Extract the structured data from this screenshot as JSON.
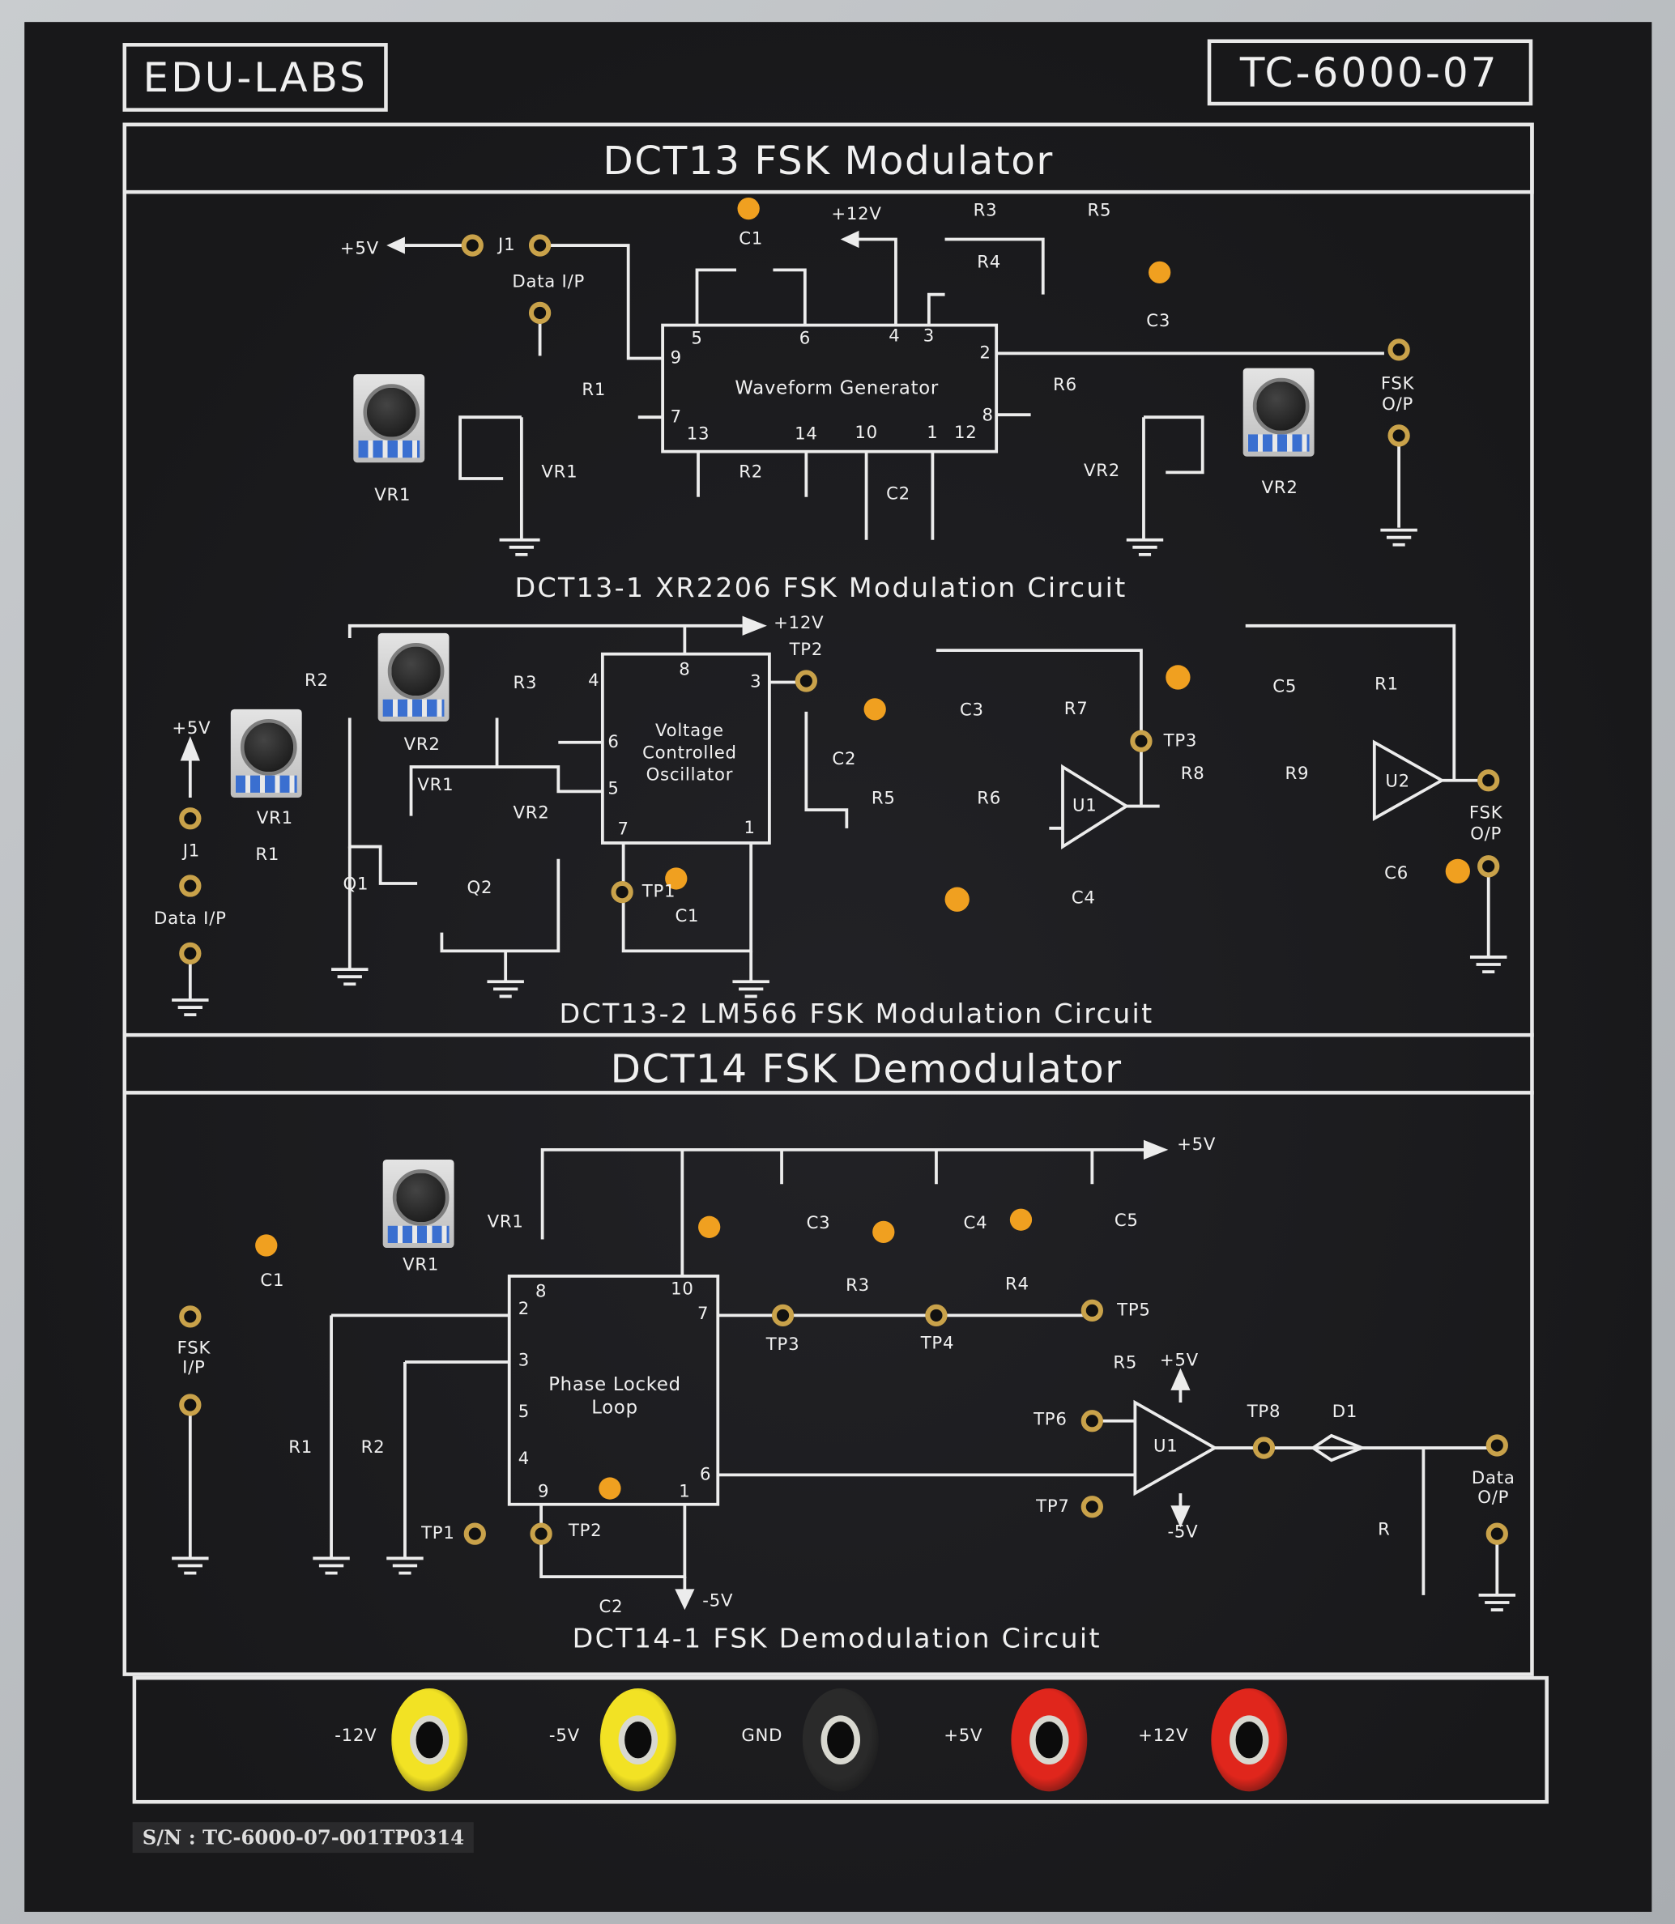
{
  "brand": "EDU-LABS",
  "model": "TC-6000-07",
  "serial": "S/N : TC-6000-07-001TP0314",
  "colors": {
    "board": "#1b1b1d",
    "silkscreen": "#f0f0f0",
    "pad": "#c9a24a",
    "jack_yellow": "#f2e224",
    "jack_red": "#e0261c",
    "jack_black": "#2a2a2a"
  },
  "modulator": {
    "title": "DCT13 FSK Modulator",
    "xr2206": {
      "caption": "DCT13-1 XR2206 FSK Modulation Circuit",
      "ic_label": "Waveform Generator",
      "labels": [
        "+5V",
        "J1",
        "Data I/P",
        "C1",
        "+12V",
        "R3",
        "R4",
        "R5",
        "5",
        "6",
        "4",
        "3",
        "2",
        "9",
        "7",
        "8",
        "13",
        "14",
        "10",
        "1",
        "12",
        "R1",
        "R2",
        "C2",
        "VR1",
        "VR1",
        "R6",
        "VR2",
        "VR2",
        "C3",
        "FSK",
        "O/P"
      ]
    },
    "lm566": {
      "caption": "DCT13-2 LM566 FSK Modulation Circuit",
      "ic_label": [
        "Voltage",
        "Controlled",
        "Oscillator"
      ],
      "labels": [
        "+12V",
        "TP2",
        "R2",
        "VR2",
        "R3",
        "4",
        "8",
        "3",
        "6",
        "5",
        "7",
        "1",
        "C2",
        "+5V",
        "VR1",
        "J1",
        "R1",
        "Data I/P",
        "Q1",
        "VR1",
        "VR2",
        "Q2",
        "TP1",
        "C1",
        "C3",
        "R7",
        "R5",
        "R6",
        "U1",
        "C4",
        "TP3",
        "R8",
        "R9",
        "C5",
        "R1",
        "U2",
        "FSK",
        "O/P",
        "C6"
      ]
    }
  },
  "demodulator": {
    "title": "DCT14 FSK Demodulator",
    "pll": {
      "caption": "DCT14-1 FSK Demodulation Circuit",
      "ic_label": [
        "Phase Locked",
        "Loop"
      ],
      "labels": [
        "+5V",
        "VR1",
        "VR1",
        "C1",
        "FSK",
        "I/P",
        "C3",
        "C4",
        "C5",
        "R3",
        "R4",
        "TP5",
        "TP3",
        "TP4",
        "R5",
        "+5V",
        "TP6",
        "U1",
        "TP8",
        "D1",
        "TP7",
        "-5V",
        "Data",
        "O/P",
        "R1",
        "R2",
        "TP1",
        "TP2",
        "C2",
        "-5V",
        "2",
        "8",
        "10",
        "7",
        "3",
        "5",
        "4",
        "9",
        "1",
        "6",
        "R"
      ]
    }
  },
  "power": {
    "jacks": [
      {
        "label": "-12V",
        "color": "yellow"
      },
      {
        "label": "-5V",
        "color": "yellow"
      },
      {
        "label": "GND",
        "color": "black"
      },
      {
        "label": "+5V",
        "color": "red"
      },
      {
        "label": "+12V",
        "color": "red"
      }
    ]
  }
}
